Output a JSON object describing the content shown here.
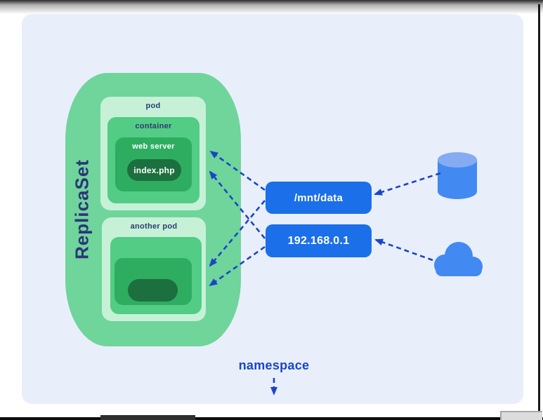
{
  "diagram": {
    "replicaset": {
      "label": "ReplicaSet"
    },
    "pod": {
      "label": "pod",
      "container_label": "container",
      "web_server_label": "web server",
      "index_label": "index.php"
    },
    "another_pod": {
      "label": "another pod"
    },
    "mount_path_node": {
      "label": "/mnt/data"
    },
    "ip_node": {
      "label": "192.168.0.1"
    },
    "namespace": {
      "label": "namespace"
    },
    "icons": {
      "database": "database-cylinder-icon",
      "cloud": "cloud-icon"
    },
    "colors": {
      "panel_bg": "#E8EFFA",
      "replicaset_green": "#6FD59B",
      "pod_green": "#C6F1D7",
      "container_green": "#53CC85",
      "web_server_green": "#2EAD61",
      "index_green": "#1C6F3E",
      "node_blue": "#1B6FE8",
      "arrow_blue": "#1C44C8",
      "icon_blue": "#4289F2",
      "text_navy": "#2E3A72",
      "namespace_blue": "#1A44C7"
    }
  }
}
